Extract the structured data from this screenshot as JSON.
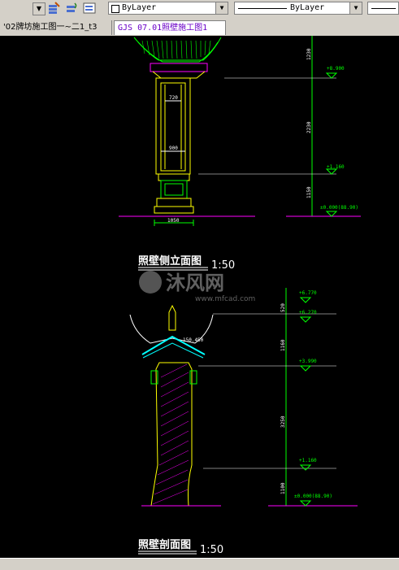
{
  "toolbar": {
    "layer_combo": "ByLayer",
    "linetype_combo": "ByLayer",
    "icons": [
      "layer-manager-icon",
      "layer-previous-icon",
      "layer-states-icon"
    ]
  },
  "tabs": [
    {
      "label": "'02牌坊施工图一~二1_t3",
      "active": false
    },
    {
      "label": "GJS 07.01照壁施工图1",
      "active": true
    }
  ],
  "drawing_top": {
    "caption": "照壁侧立面图",
    "scale": "1:50",
    "dims": {
      "width_top": "720",
      "width_mid": "900",
      "width_base": "1050"
    },
    "vertical_dims": [
      "1230",
      "2230",
      "1150"
    ],
    "elevations": [
      "+8.900",
      "+1.160",
      "±0.000(88.90)"
    ]
  },
  "drawing_bottom": {
    "caption": "照壁剖面图",
    "scale": "1:50",
    "dims": {
      "roof": "150.450"
    },
    "vertical_dims": [
      "520",
      "1160",
      "3250",
      "1100"
    ],
    "elevations": [
      "+6.770",
      "+6.270",
      "+3.990",
      "+1.160",
      "±0.000(88.90)"
    ]
  },
  "watermark": {
    "brand": "沐风网",
    "url": "www.mfcad.com"
  },
  "colors": {
    "accent_green": "#00ff00",
    "dim_white": "#ffffff",
    "magenta": "#ff00ff",
    "yellow": "#ffff00",
    "cyan": "#00ffff"
  }
}
